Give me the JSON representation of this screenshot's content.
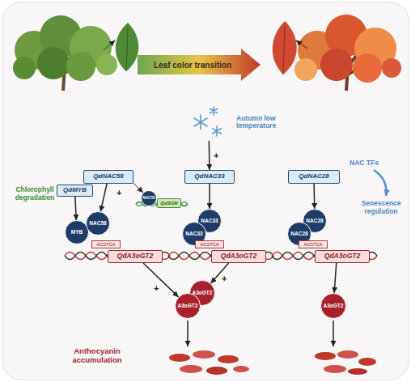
{
  "diagram": {
    "nodes": [
      {
        "text": [
          "Leaf color transition"
        ]
      },
      {
        "text": [
          "Autumn low temperature"
        ]
      },
      {
        "text": [
          "QdNAC58"
        ]
      },
      {
        "text": [
          "QdMYB"
        ]
      },
      {
        "text": [
          "QdNAC33"
        ]
      },
      {
        "text": [
          "QdNAC28"
        ]
      },
      {
        "text": [
          "NAC58"
        ]
      },
      {
        "text": [
          "QdSGR"
        ]
      },
      {
        "text": [
          "MYB"
        ]
      },
      {
        "text": [
          "NAC58"
        ]
      },
      {
        "text": [
          "NAC33"
        ]
      },
      {
        "text": [
          "NAC33"
        ]
      },
      {
        "text": [
          "NAC28"
        ]
      },
      {
        "text": [
          "NAC28"
        ]
      },
      {
        "text": [
          "ACGTCA"
        ]
      },
      {
        "text": [
          "QdA3oGT2"
        ]
      },
      {
        "text": [
          "ACGTCA"
        ]
      },
      {
        "text": [
          "QdA3oGT2"
        ]
      },
      {
        "text": [
          "ACGTCA"
        ]
      },
      {
        "text": [
          "QdA3oGT2"
        ]
      },
      {
        "text": [
          "A3oGT2"
        ]
      },
      {
        "text": [
          "A3oGT2"
        ]
      },
      {
        "text": [
          "A3oGT2"
        ]
      }
    ],
    "edges": [
      {
        "from": 2,
        "to": 9,
        "arrow": "to"
      },
      {
        "from": 2,
        "to": 6,
        "arrow": "to"
      },
      {
        "from": 3,
        "to": 8,
        "arrow": "to"
      },
      {
        "from": 1,
        "to": 4,
        "label": "+",
        "arrow": "to"
      },
      {
        "from": 4,
        "to": 10,
        "arrow": "to"
      },
      {
        "from": 5,
        "to": 12,
        "arrow": "to"
      },
      {
        "from": 15,
        "to": 21,
        "label": "+",
        "arrow": "to"
      },
      {
        "from": 17,
        "to": 20,
        "label": "+",
        "arrow": "to"
      },
      {
        "from": 19,
        "to": 22,
        "arrow": "to"
      }
    ],
    "labels": [
      "Chlorophyll degradation",
      "+",
      "NAC TFs",
      "Senescence regulation",
      "Anthocyanin accumulation"
    ]
  }
}
